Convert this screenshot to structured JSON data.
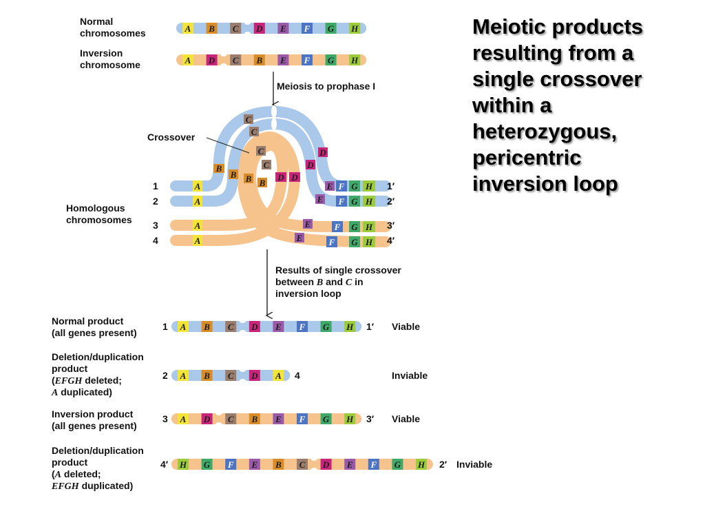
{
  "side_title": {
    "lines": [
      "Meiotic products",
      "resulting from a",
      "single crossover",
      "within a",
      "heterozygous,",
      "pericentric",
      "inversion loop"
    ]
  },
  "top": {
    "normal_label": [
      "Normal",
      "chromosomes"
    ],
    "inversion_label": [
      "Inversion",
      "chromosome"
    ],
    "normal_genes": [
      "A",
      "B",
      "C",
      "D",
      "E",
      "F",
      "G",
      "H"
    ],
    "inversion_genes": [
      "A",
      "D",
      "C",
      "B",
      "E",
      "F",
      "G",
      "H"
    ],
    "meiosis_label": "Meiosis to prophase I"
  },
  "loop": {
    "crossover_label": "Crossover",
    "homologous_label": [
      "Homologous",
      "chromosomes"
    ],
    "left_numbers": [
      "1",
      "2",
      "3",
      "4"
    ],
    "right_numbers": [
      "1′",
      "2′",
      "3′",
      "4′"
    ],
    "genes": {
      "a": "A",
      "b": "B",
      "c": "C",
      "d": "D",
      "e": "E",
      "f": "F",
      "g": "G",
      "h": "H"
    }
  },
  "results_label": {
    "line1": "Results of single crossover",
    "line2_pre": "between ",
    "line2_b": "B",
    "line2_mid": " and ",
    "line2_c": "C",
    "line2_post": " in",
    "line3": "inversion loop"
  },
  "products": [
    {
      "label": [
        "Normal product",
        "(all genes present)"
      ],
      "left": "1",
      "right": "1′",
      "result": "Viable",
      "genes": [
        "A",
        "B",
        "C",
        "D",
        "E",
        "F",
        "G",
        "H"
      ]
    },
    {
      "label": [
        "Deletion/duplication",
        "product"
      ],
      "label_deleted": {
        "open": "(",
        "genes": "EFGH",
        "text": " deleted;"
      },
      "label_dup": {
        "gene": "A",
        "text": " duplicated)"
      },
      "left": "2",
      "right": "4",
      "result": "Inviable",
      "genes": [
        "A",
        "B",
        "C",
        "D",
        "A"
      ]
    },
    {
      "label": [
        "Inversion product",
        "(all genes present)"
      ],
      "left": "3",
      "right": "3′",
      "result": "Viable",
      "genes": [
        "A",
        "D",
        "C",
        "B",
        "E",
        "F",
        "G",
        "H"
      ]
    },
    {
      "label": [
        "Deletion/duplication",
        "product"
      ],
      "label_deleted": {
        "open": "(",
        "gene": "A",
        "text": " deleted;"
      },
      "label_dup": {
        "genes": "EFGH",
        "text": " duplicated)"
      },
      "left": "4′",
      "right": "2′",
      "result": "Inviable",
      "genes": [
        "H",
        "G",
        "F",
        "E",
        "B",
        "C",
        "D",
        "E",
        "F",
        "G",
        "H"
      ]
    }
  ],
  "colors": {
    "normal_chromosome": "#a9c8ea",
    "inversion_chromosome": "#f6c38c",
    "gene_A": "#f3e43a",
    "gene_B": "#d98d2a",
    "gene_C": "#9a7d6c",
    "gene_D": "#c8257a",
    "gene_E": "#9b5aa8",
    "gene_F": "#4c74c2",
    "gene_G": "#3fa96a",
    "gene_H": "#9ccc3b"
  }
}
